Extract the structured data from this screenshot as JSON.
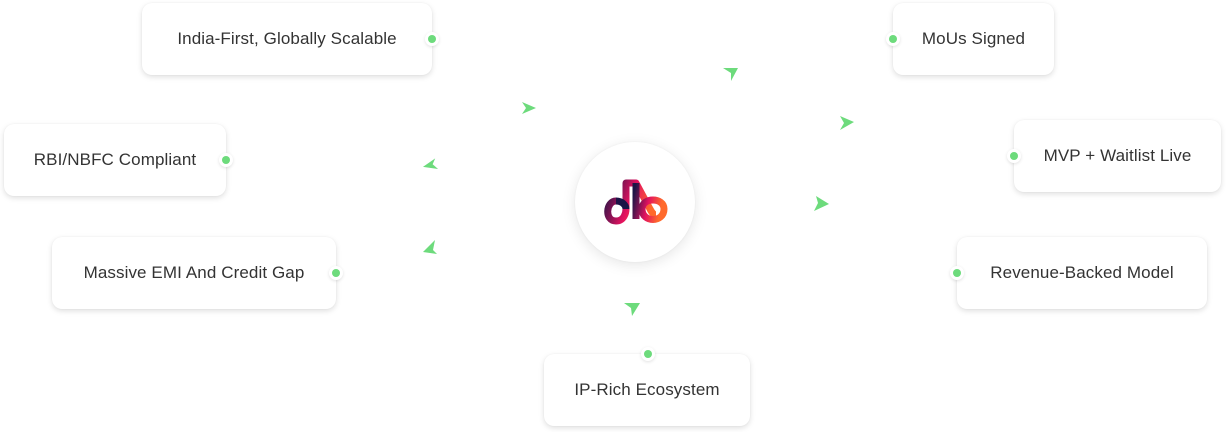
{
  "diagram": {
    "hub": {
      "logo": "brand-logo",
      "gradient": [
        "#1b1446",
        "#e3125f",
        "#ff6a2c"
      ]
    },
    "accent_color": "#6ddb7c",
    "nodes": [
      {
        "id": "india-first",
        "label": "India-First, Globally Scalable"
      },
      {
        "id": "rbi-nbfc",
        "label": "RBI/NBFC Compliant"
      },
      {
        "id": "emi-gap",
        "label": "Massive EMI And Credit Gap"
      },
      {
        "id": "ip-rich",
        "label": "IP-Rich Ecosystem"
      },
      {
        "id": "revenue-backed",
        "label": "Revenue-Backed Model"
      },
      {
        "id": "mvp-waitlist",
        "label": "MVP + Waitlist Live"
      },
      {
        "id": "mous-signed",
        "label": "MoUs Signed"
      }
    ],
    "arrow_icon": "navigation-arrow-icon"
  }
}
